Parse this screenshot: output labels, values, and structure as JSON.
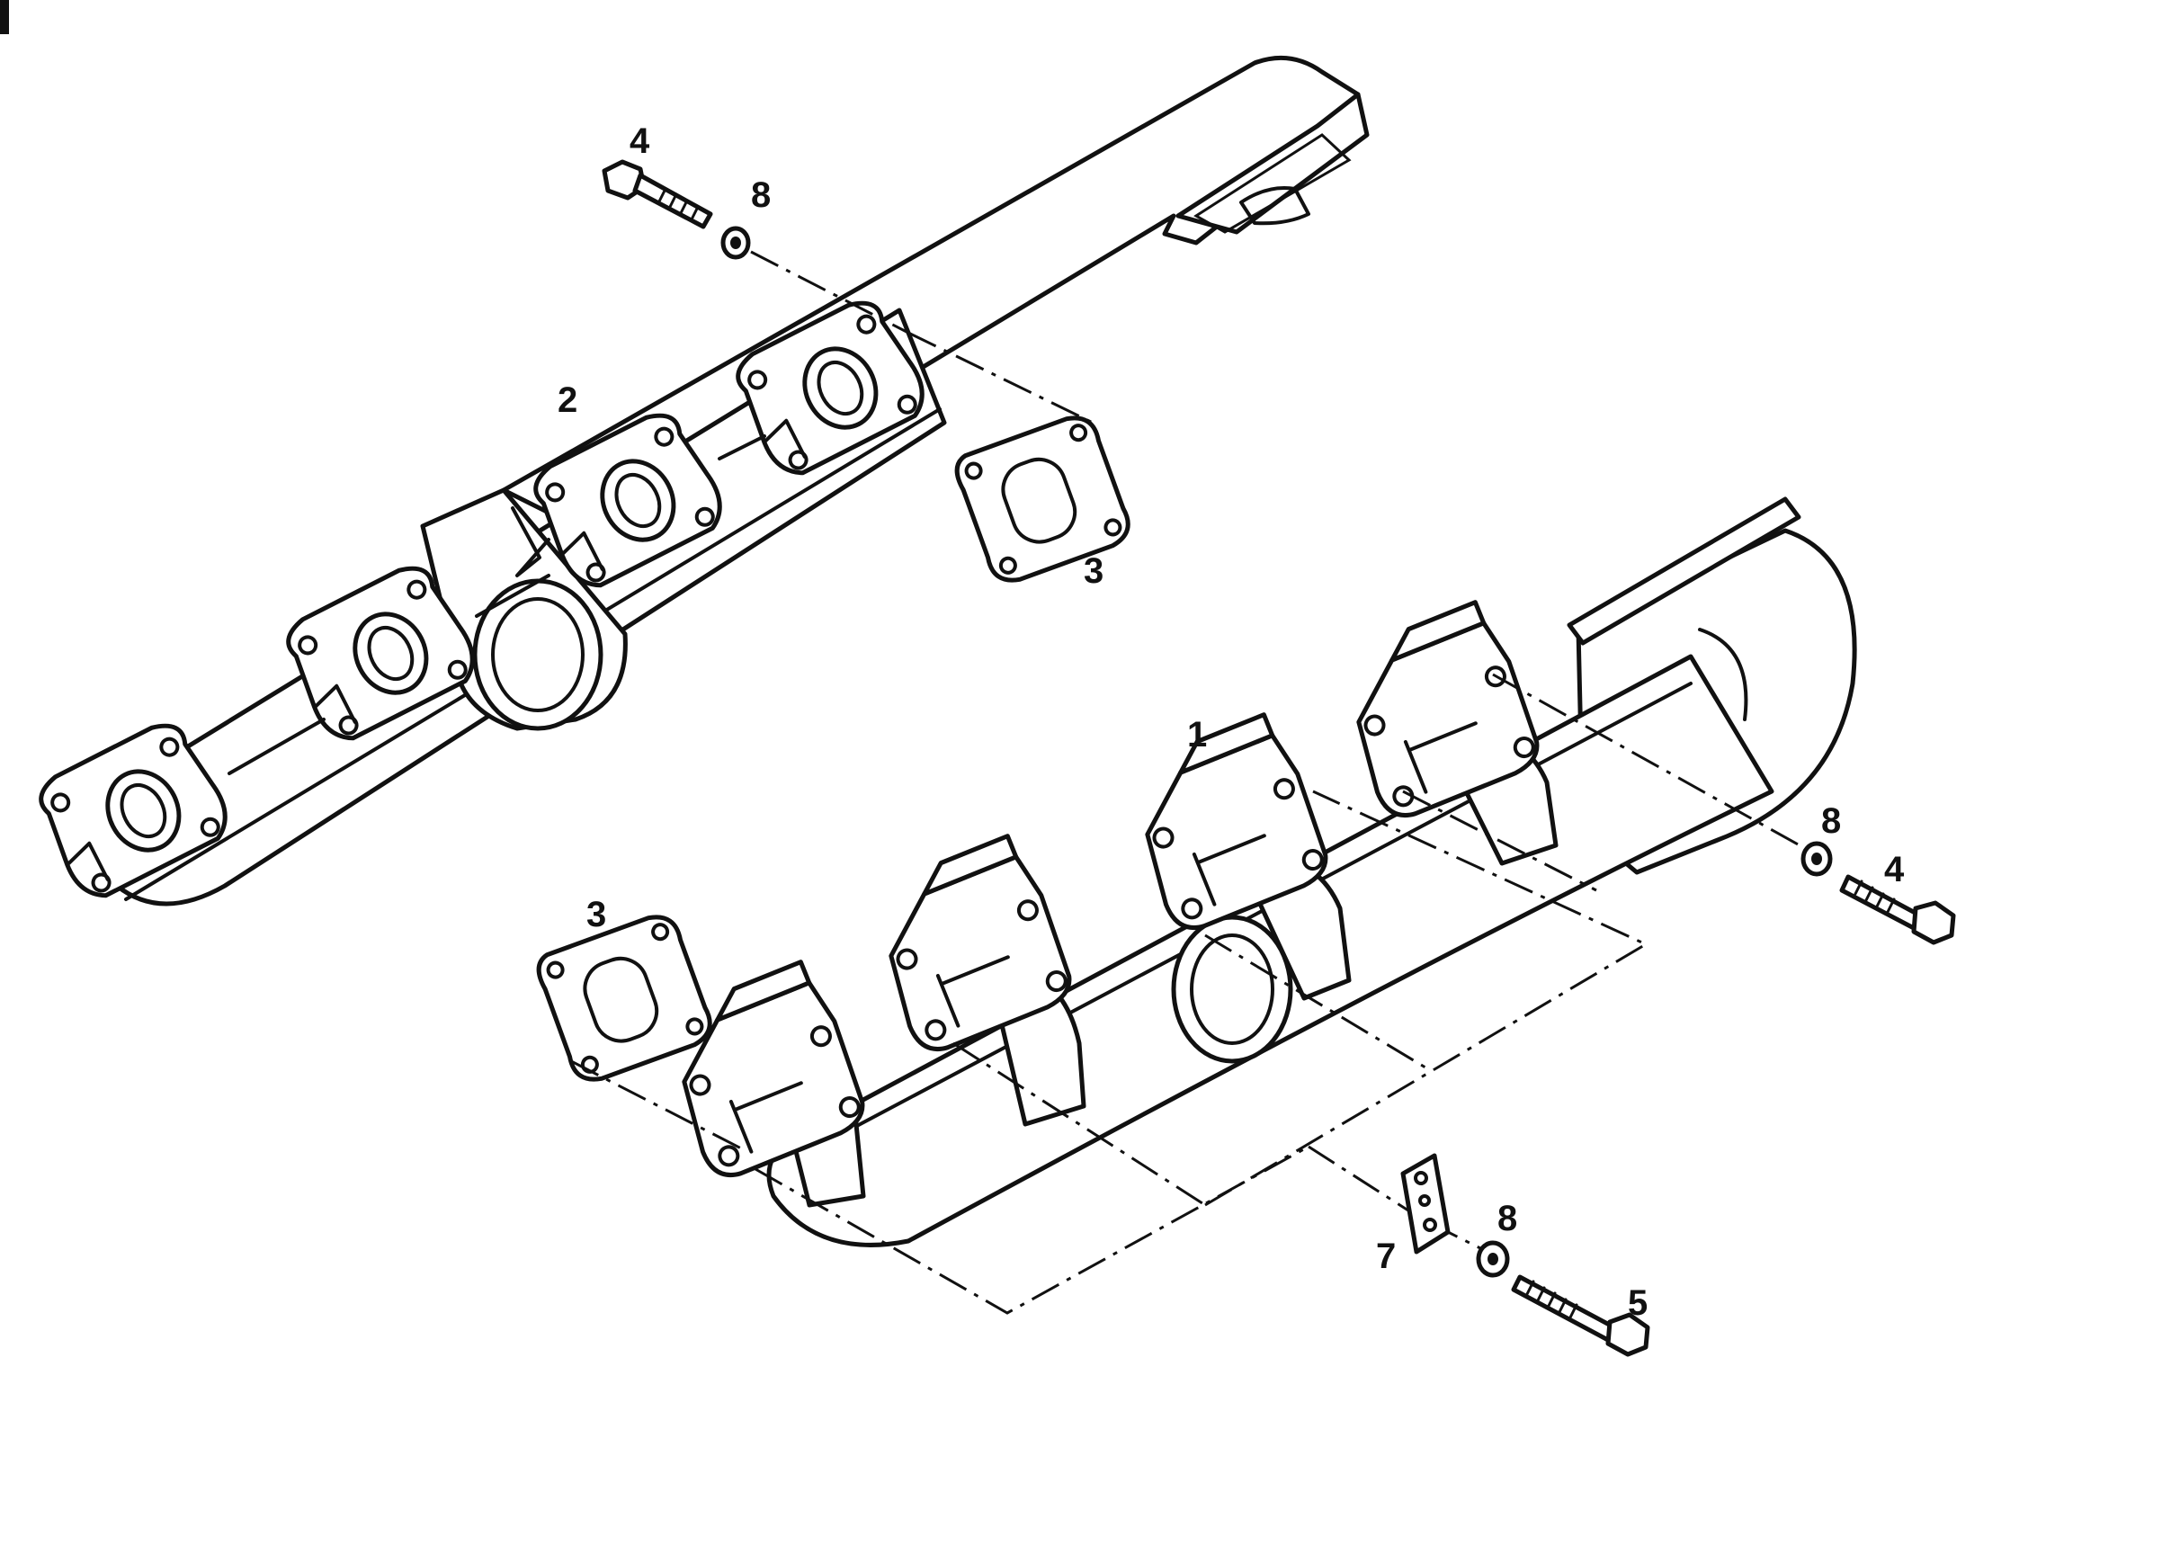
{
  "diagram": {
    "callouts": [
      {
        "id": "1",
        "text": "1"
      },
      {
        "id": "2",
        "text": "2"
      },
      {
        "id": "3a",
        "text": "3"
      },
      {
        "id": "3b",
        "text": "3"
      },
      {
        "id": "4a",
        "text": "4"
      },
      {
        "id": "4b",
        "text": "4"
      },
      {
        "id": "5",
        "text": "5"
      },
      {
        "id": "7",
        "text": "7"
      },
      {
        "id": "8a",
        "text": "8"
      },
      {
        "id": "8b",
        "text": "8"
      },
      {
        "id": "8c",
        "text": "8"
      }
    ],
    "colors": {
      "line": "#111111",
      "background": "#ffffff"
    }
  }
}
